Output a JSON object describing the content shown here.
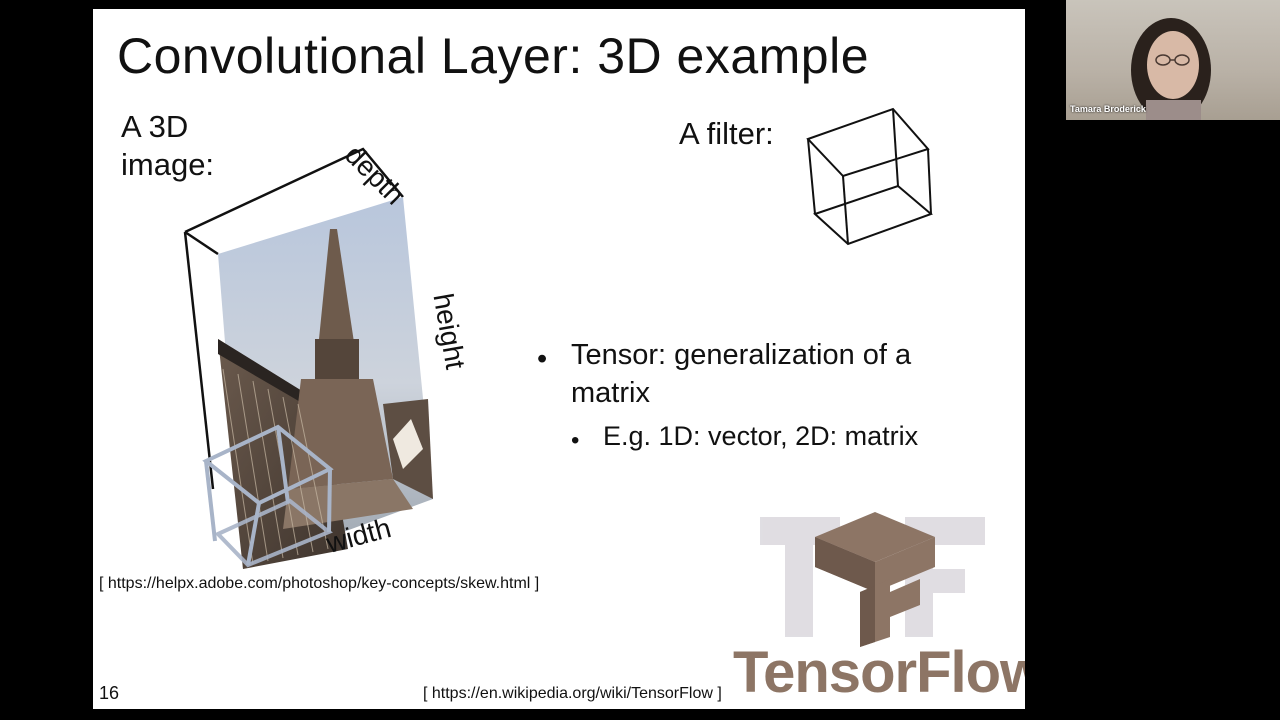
{
  "slide": {
    "title": "Convolutional Layer: 3D example",
    "image_label_line1": "A 3D",
    "image_label_line2": "image:",
    "filter_label": "A filter:",
    "dim_labels": {
      "depth": "depth",
      "height": "height",
      "width": "width"
    },
    "bullets": [
      {
        "line1": "Tensor: generalization of a",
        "line2": "matrix"
      },
      {
        "text": "E.g. 1D: vector, 2D: matrix"
      }
    ],
    "bullet_glyph": "•",
    "citation_adobe": "[ https://helpx.adobe.com/photoshop/key-concepts/skew.html ]",
    "citation_wiki": "[ https://en.wikipedia.org/wiki/TensorFlow ]",
    "slide_number": "16",
    "logo": {
      "word_part1": "Tensor",
      "word_part2": "Flow",
      "brand_color": "#8d7565",
      "shadow_color": "#a9a2a5"
    }
  },
  "webcam": {
    "participant_name": "Tamara Broderick"
  },
  "colors": {
    "background": "#000000",
    "slide_bg": "#ffffff",
    "filter_overlay": "#a8b4c8"
  },
  "icons": [
    "cathedral-photo",
    "tensorflow-logo-icon",
    "filter-cube-icon"
  ]
}
